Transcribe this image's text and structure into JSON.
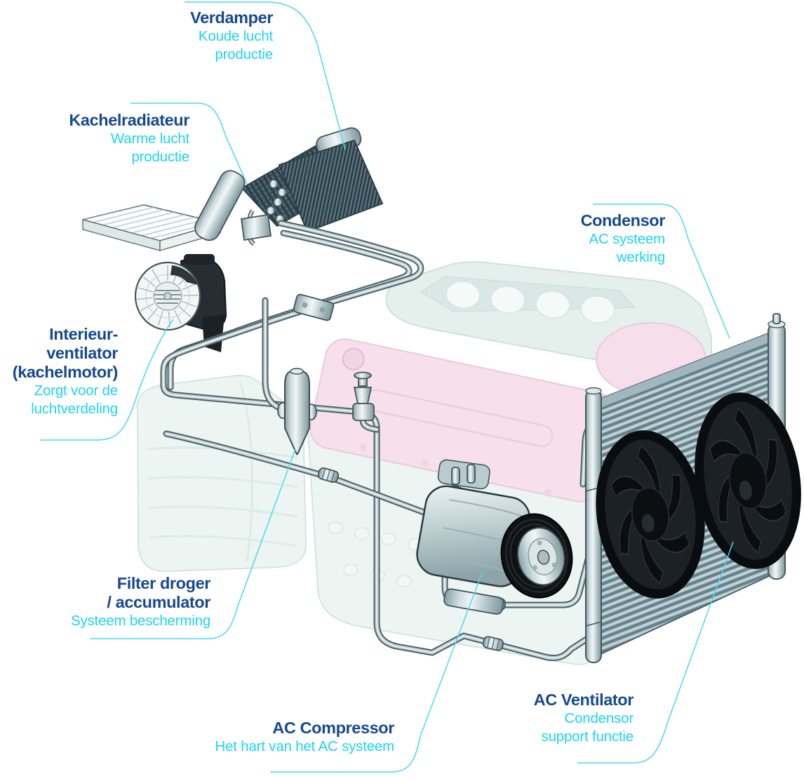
{
  "colors": {
    "heading_blue": "#17498f",
    "accent_cyan": "#1ed3f2",
    "leader_cyan": "#4ad9ef",
    "fin_dark": "#66828c",
    "fin_light": "#bfd1d5",
    "pink_cover": "#f7e0ec",
    "ghost_green": "#e9f3f0"
  },
  "labels": {
    "verdamper": {
      "heading": [
        "Verdamper"
      ],
      "sub": [
        "Koude lucht",
        "productie"
      ]
    },
    "kachelradiateur": {
      "heading": [
        "Kachelradiateur"
      ],
      "sub": [
        "Warme lucht",
        "productie"
      ]
    },
    "condensor": {
      "heading": [
        "Condensor"
      ],
      "sub": [
        "AC systeem",
        "werking"
      ]
    },
    "interieur_ventilator": {
      "heading": [
        "Interieur-",
        "ventilator",
        "(kachelmotor)"
      ],
      "sub": [
        "Zorgt voor de",
        "luchtverdeling"
      ]
    },
    "filter_droger": {
      "heading": [
        "Filter droger",
        "/ accumulator"
      ],
      "sub": [
        "Systeem bescherming"
      ]
    },
    "ac_compressor": {
      "heading": [
        "AC Compressor"
      ],
      "sub": [
        "Het hart van het AC systeem"
      ]
    },
    "ac_ventilator": {
      "heading": [
        "AC Ventilator"
      ],
      "sub": [
        "Condensor",
        "support functie"
      ]
    }
  }
}
